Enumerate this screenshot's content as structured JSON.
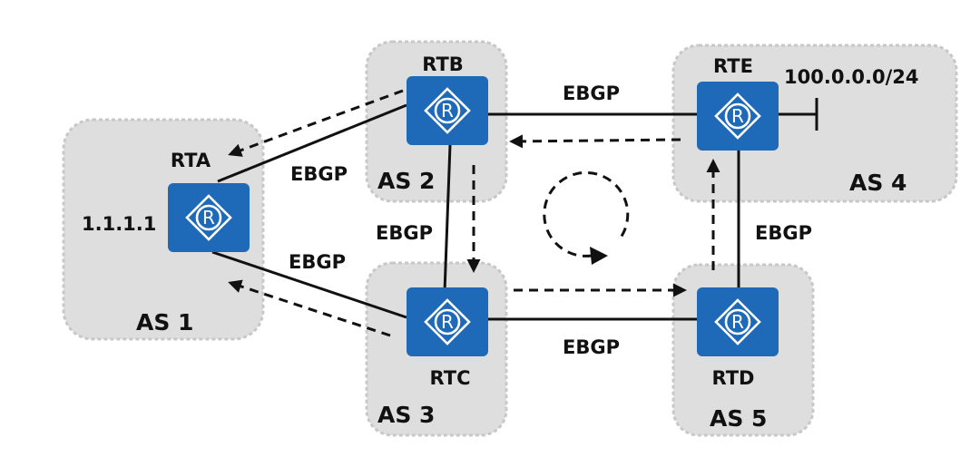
{
  "routers": {
    "rta": {
      "label": "RTA",
      "icon": "router-icon"
    },
    "rtb": {
      "label": "RTB",
      "icon": "router-icon"
    },
    "rtc": {
      "label": "RTC",
      "icon": "router-icon"
    },
    "rtd": {
      "label": "RTD",
      "icon": "router-icon"
    },
    "rte": {
      "label": "RTE",
      "icon": "router-icon"
    },
    "glyph_letter": "R"
  },
  "as_zones": {
    "as1": "AS 1",
    "as2": "AS 2",
    "as3": "AS 3",
    "as4": "AS 4",
    "as5": "AS 5"
  },
  "links": {
    "rta_rtb": "EBGP",
    "rta_rtc": "EBGP",
    "rtb_rtc": "EBGP",
    "rtb_rte": "EBGP",
    "rtc_rtd": "EBGP",
    "rtd_rte": "EBGP"
  },
  "addresses": {
    "rta_loopback": "1.1.1.1",
    "rte_prefix": "100.0.0.0/24"
  },
  "colors": {
    "router": "#1e6ab8",
    "as_zone": "#dedede",
    "line": "#111111"
  }
}
